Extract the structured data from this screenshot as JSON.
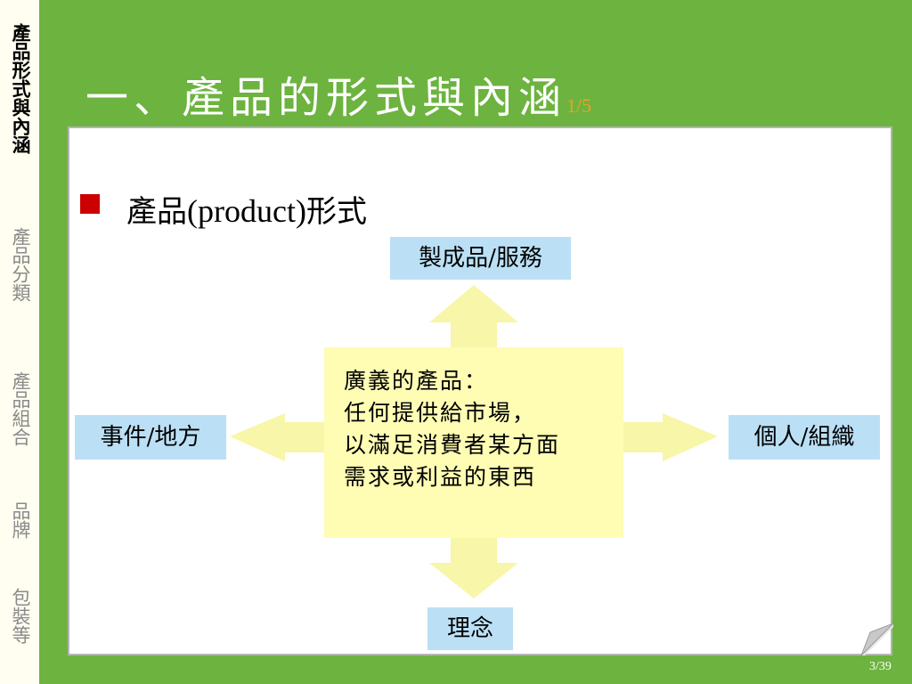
{
  "sidebar": {
    "items": [
      {
        "label": "產品形式與內涵",
        "active": true
      },
      {
        "label": "產品分類",
        "active": false
      },
      {
        "label": "產品組合",
        "active": false
      },
      {
        "label": "品牌",
        "active": false
      },
      {
        "label": "包裝等",
        "active": false
      }
    ]
  },
  "slide": {
    "title": "一、產品的形式與內涵",
    "title_page": "1/5",
    "bullet_prefix": "產品",
    "bullet_latin": "(product)",
    "bullet_suffix": "形式",
    "top_box": "製成品/服務",
    "left_box": "事件/地方",
    "right_box": "個人/組織",
    "bottom_box": "理念",
    "center_lines": [
      "廣義的產品：",
      "任何提供給市場，",
      "以滿足消費者某方面",
      "需求或利益的東西"
    ],
    "page_number": "3/39"
  },
  "colors": {
    "background": "#6db33f",
    "box_blue": "#bbe0f5",
    "box_yellow": "#fffcb4",
    "arrow": "#f8f6a8",
    "bullet": "#cc0000",
    "title_page": "#f0a020"
  }
}
